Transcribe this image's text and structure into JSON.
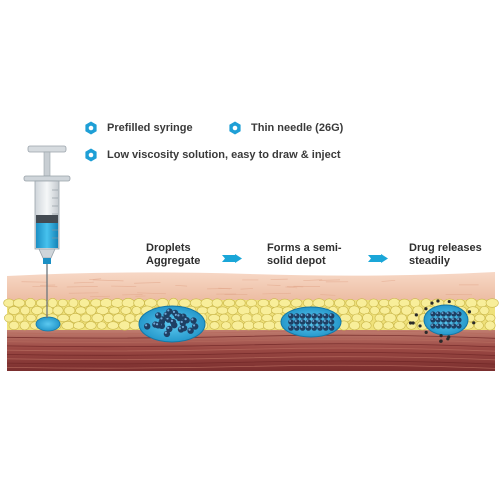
{
  "features": [
    {
      "label": "Prefilled syringe",
      "icon": "hexagon-bullet-icon"
    },
    {
      "label": "Thin needle (26G)",
      "icon": "hexagon-bullet-icon"
    },
    {
      "label": "Low viscosity solution,  easy to draw & inject",
      "icon": "hexagon-bullet-icon"
    }
  ],
  "steps": [
    {
      "line1": "Droplets",
      "line2": "Aggregate"
    },
    {
      "line1": "Forms a semi-",
      "line2": "solid depot"
    },
    {
      "line1": "Drug releases",
      "line2": "steadily"
    }
  ],
  "colors": {
    "accent": "#1aa6d8",
    "bullet": "#1e9fd6",
    "skin": "#f2c9b0",
    "fat": "#f6ea8c",
    "muscle": "#8b3a3a",
    "depot": "#2aa7d9"
  }
}
